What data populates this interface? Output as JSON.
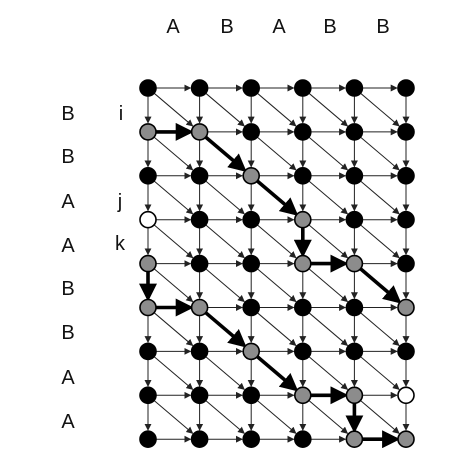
{
  "top_sequence": [
    "A",
    "B",
    "A",
    "B",
    "B"
  ],
  "left_sequence": [
    "B",
    "B",
    "A",
    "A",
    "B",
    "B",
    "A",
    "A"
  ],
  "row_markers": {
    "1": "i",
    "3": "j",
    "4": "k"
  },
  "grid": {
    "rows": 9,
    "cols": 6
  },
  "gray_nodes": [
    [
      1,
      0
    ],
    [
      1,
      1
    ],
    [
      2,
      2
    ],
    [
      3,
      3
    ],
    [
      4,
      0
    ],
    [
      4,
      3
    ],
    [
      4,
      4
    ],
    [
      5,
      0
    ],
    [
      5,
      1
    ],
    [
      5,
      5
    ],
    [
      6,
      2
    ],
    [
      7,
      3
    ],
    [
      7,
      4
    ],
    [
      8,
      4
    ],
    [
      8,
      5
    ]
  ],
  "white_nodes": [
    [
      3,
      0
    ],
    [
      7,
      5
    ]
  ],
  "bold_path_edges": [
    [
      [
        1,
        0
      ],
      [
        1,
        1
      ]
    ],
    [
      [
        1,
        1
      ],
      [
        2,
        2
      ]
    ],
    [
      [
        2,
        2
      ],
      [
        3,
        3
      ]
    ],
    [
      [
        3,
        3
      ],
      [
        4,
        3
      ]
    ],
    [
      [
        4,
        3
      ],
      [
        4,
        4
      ]
    ],
    [
      [
        4,
        4
      ],
      [
        5,
        5
      ]
    ],
    [
      [
        4,
        0
      ],
      [
        5,
        0
      ]
    ],
    [
      [
        5,
        0
      ],
      [
        5,
        1
      ]
    ],
    [
      [
        5,
        1
      ],
      [
        6,
        2
      ]
    ],
    [
      [
        6,
        2
      ],
      [
        7,
        3
      ]
    ],
    [
      [
        7,
        3
      ],
      [
        7,
        4
      ]
    ],
    [
      [
        7,
        4
      ],
      [
        8,
        4
      ]
    ],
    [
      [
        8,
        4
      ],
      [
        8,
        5
      ]
    ]
  ],
  "colors": {
    "black_node": "#000000",
    "gray_node": "#8c8c8c",
    "white_node": "#ffffff",
    "edge": "#222222"
  }
}
